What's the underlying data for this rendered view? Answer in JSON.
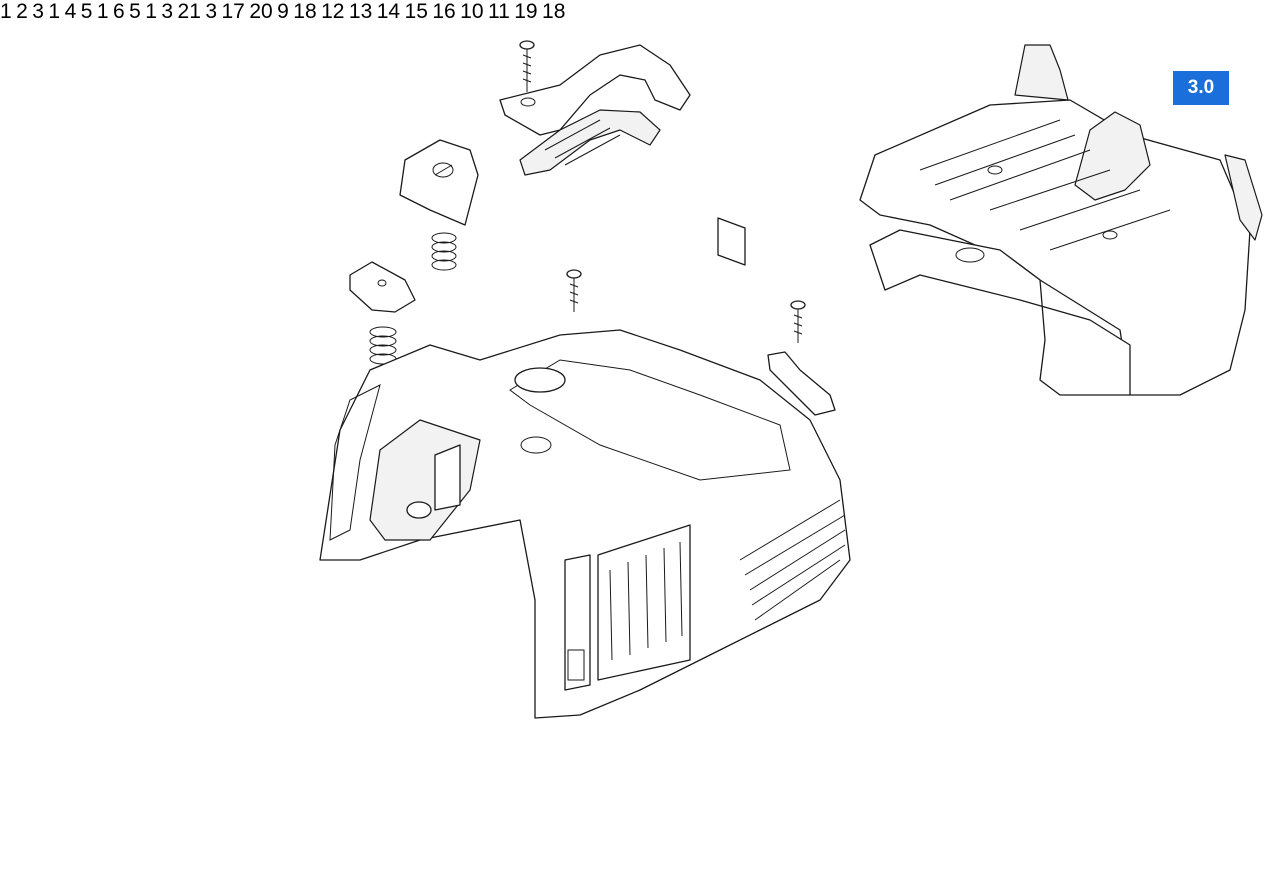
{
  "badge": {
    "label": "3.0",
    "color": "#1a6fdb"
  },
  "callouts": [
    {
      "label": "1"
    },
    {
      "label": "2"
    },
    {
      "label": "3"
    },
    {
      "label": "1"
    },
    {
      "label": "4"
    },
    {
      "label": "5"
    },
    {
      "label": "1"
    },
    {
      "label": "6"
    },
    {
      "label": "5"
    },
    {
      "label": "1"
    },
    {
      "label": "3"
    },
    {
      "label": "21"
    },
    {
      "label": "3"
    },
    {
      "label": "17"
    },
    {
      "label": "20"
    },
    {
      "label": "9"
    },
    {
      "label": "18"
    },
    {
      "label": "12"
    },
    {
      "label": "13"
    },
    {
      "label": "14"
    },
    {
      "label": "15"
    },
    {
      "label": "16"
    },
    {
      "label": "10"
    },
    {
      "label": "11"
    },
    {
      "label": "19"
    },
    {
      "label": "18"
    }
  ]
}
